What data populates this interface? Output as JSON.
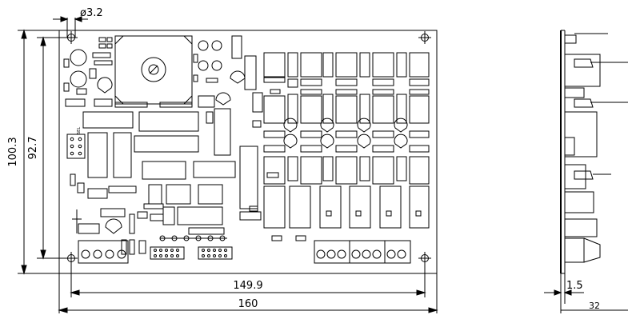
{
  "dimensions": {
    "hole_diameter": "ø3.2",
    "board_height": "100.3",
    "hole_span_vertical": "92.7",
    "hole_span_horizontal": "149.9",
    "board_width": "160",
    "side_offset": "1.5",
    "side_depth": "32"
  },
  "silkscreen": {
    "jumper_label": "SEL"
  },
  "colors": {
    "line": "#000000",
    "background": "#ffffff"
  }
}
